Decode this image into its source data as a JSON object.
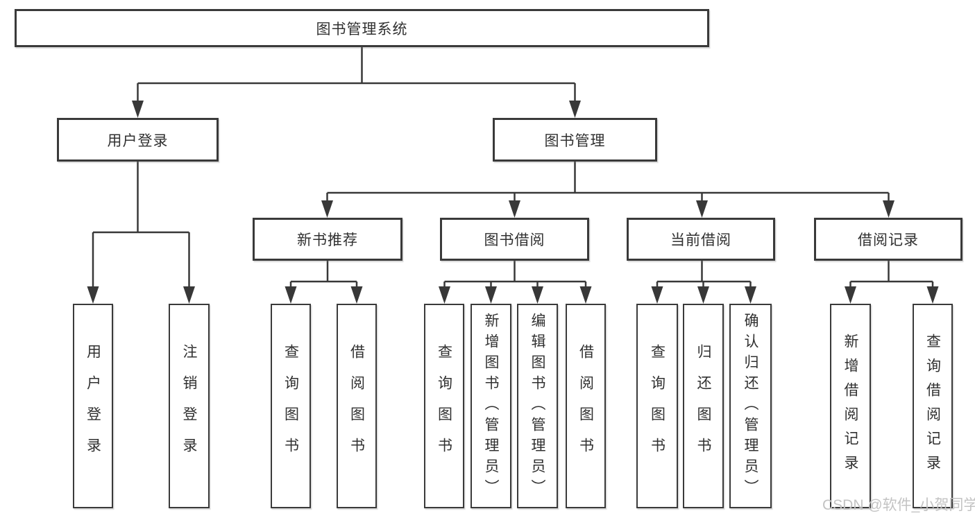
{
  "diagram": {
    "title": "图书管理系统",
    "watermark": "CSDN @软件_小贺同学",
    "colors": {
      "line": "#383838",
      "border": "#3a3a3a",
      "text": "#303030",
      "box_bg": "#ffffff",
      "watermark": "#c3c3c3",
      "background": "#ffffff"
    },
    "tree": {
      "root": {
        "label": "图书管理系统"
      },
      "branches": [
        {
          "label": "用户登录",
          "children": [
            {
              "label": "用户登录"
            },
            {
              "label": "注销登录"
            }
          ]
        },
        {
          "label": "图书管理",
          "sections": [
            {
              "label": "新书推荐",
              "children": [
                {
                  "label": "查询图书"
                },
                {
                  "label": "借阅图书"
                }
              ]
            },
            {
              "label": "图书借阅",
              "children": [
                {
                  "label": "查询图书"
                },
                {
                  "label": "新增图书（管理员）"
                },
                {
                  "label": "编辑图书（管理员）"
                },
                {
                  "label": "借阅图书"
                }
              ]
            },
            {
              "label": "当前借阅",
              "children": [
                {
                  "label": "查询图书"
                },
                {
                  "label": "归还图书"
                },
                {
                  "label": "确认归还（管理员）"
                }
              ]
            },
            {
              "label": "借阅记录",
              "children": [
                {
                  "label": "新增借阅记录"
                },
                {
                  "label": "查询借阅记录"
                }
              ]
            }
          ]
        }
      ]
    }
  }
}
